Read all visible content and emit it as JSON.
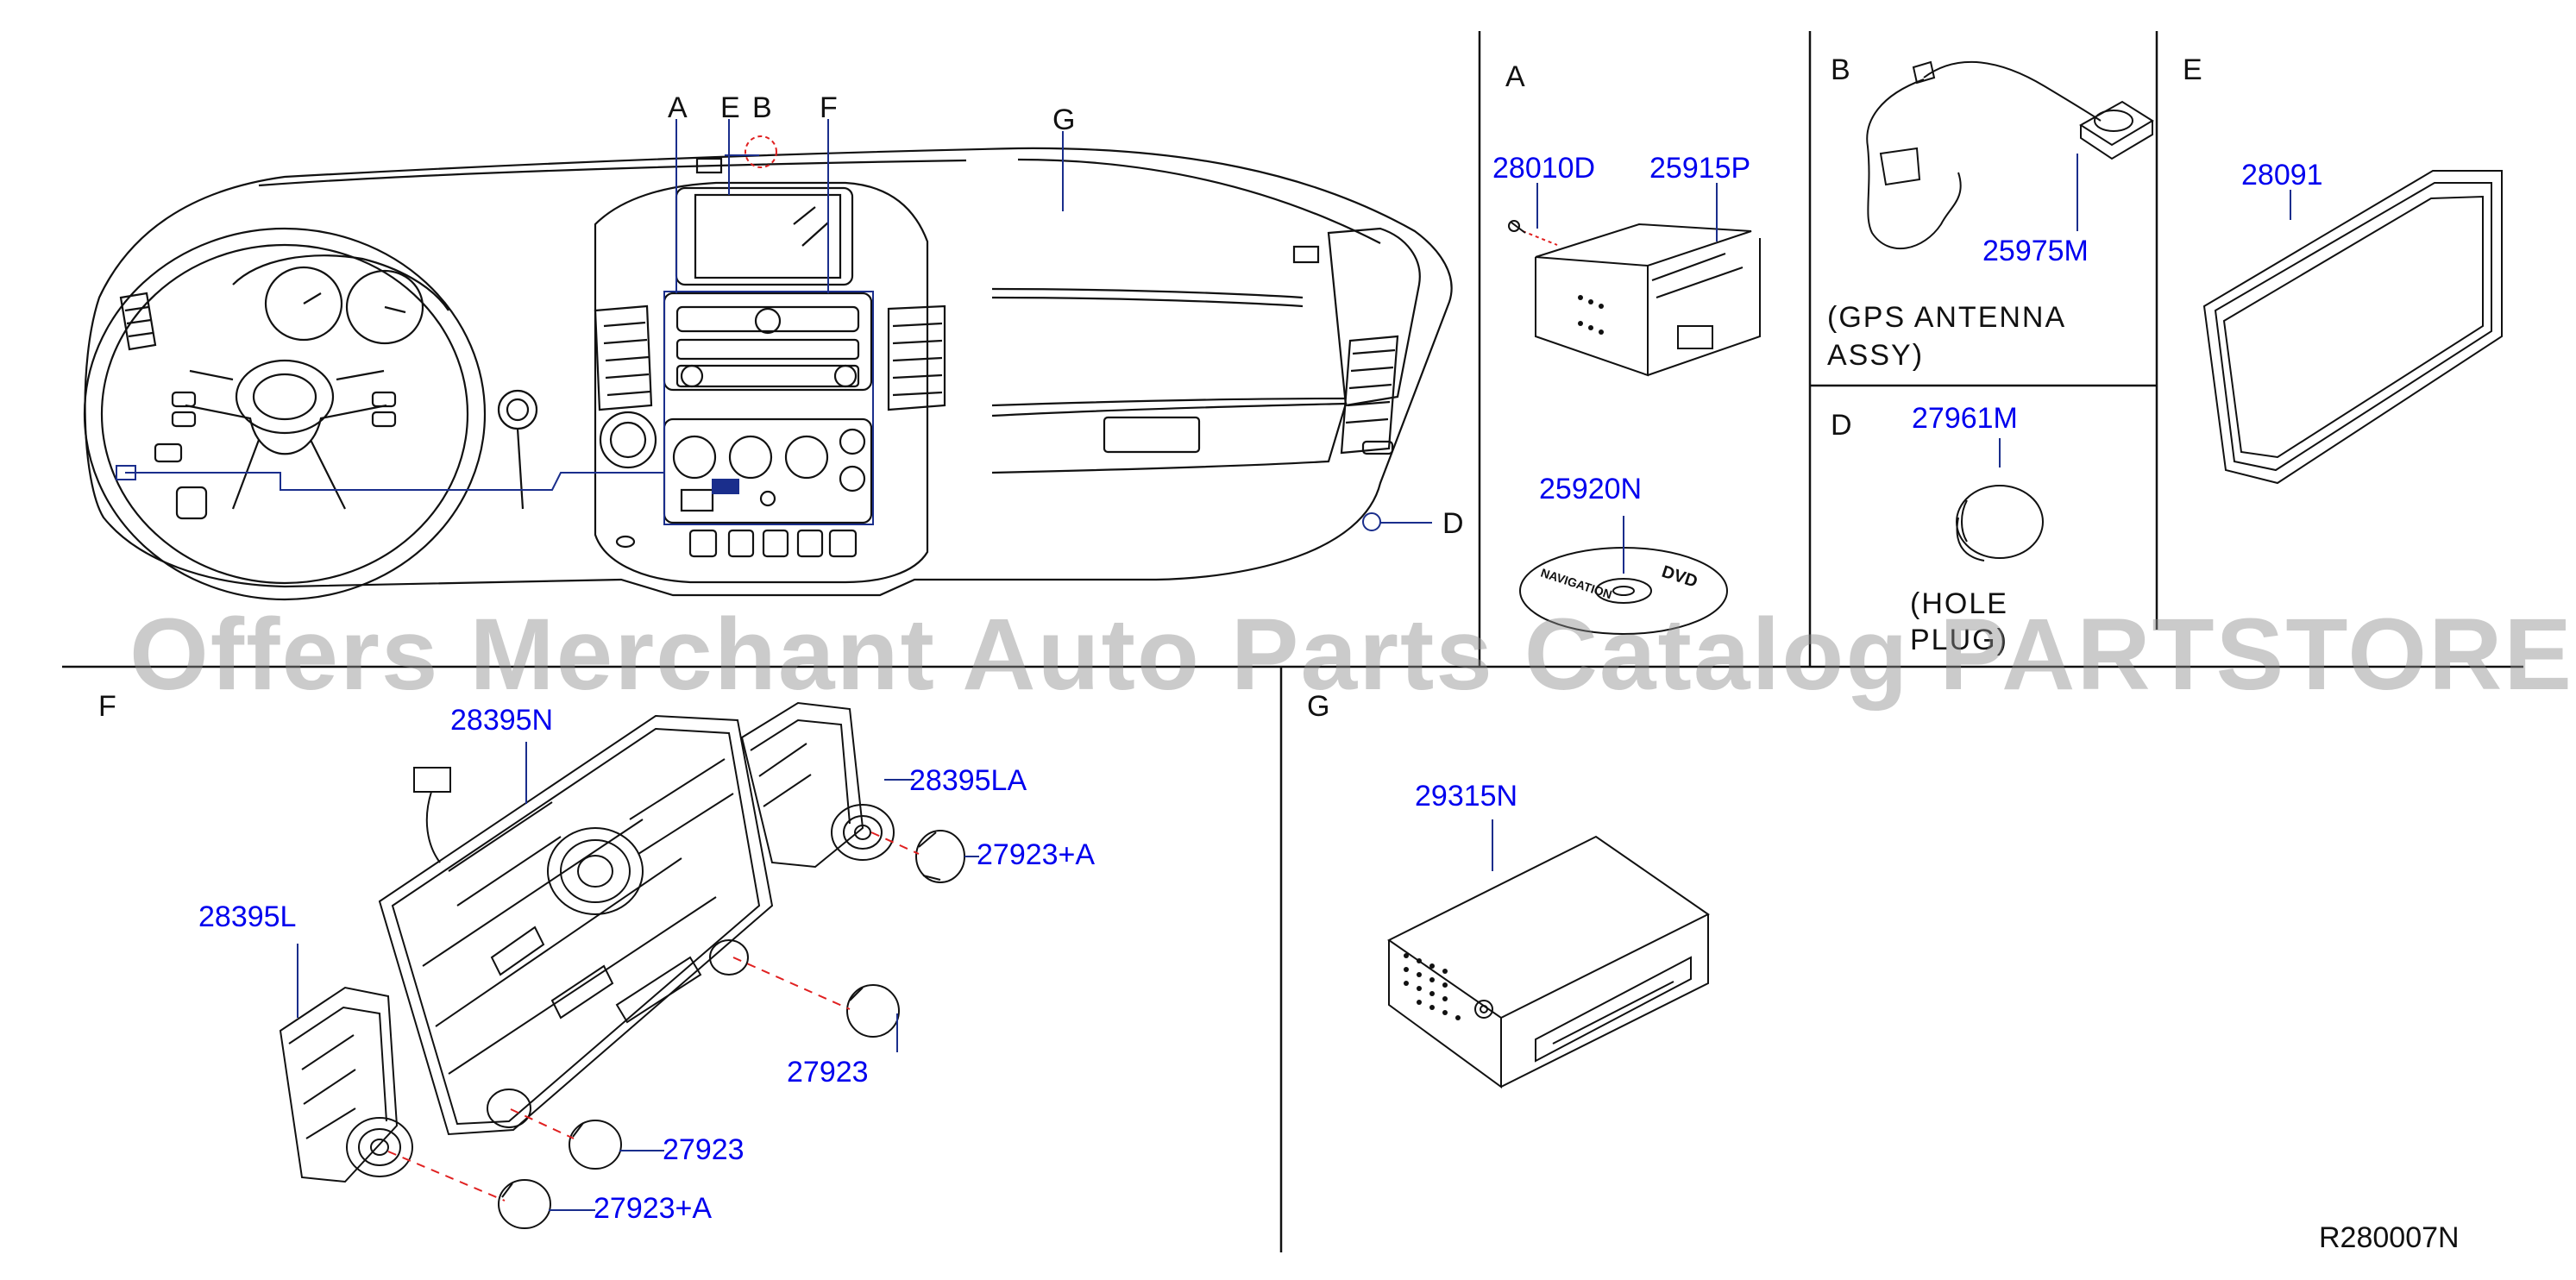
{
  "watermark": "Offers Merchant Auto Parts Catalog PARTSTORE.SA",
  "reference": "R280007N",
  "sections": {
    "A": "A",
    "B": "B",
    "D": "D",
    "E": "E",
    "F": "F",
    "G": "G"
  },
  "overview_callouts": {
    "A": "A",
    "E": "E",
    "B": "B",
    "F": "F",
    "G": "G",
    "D": "D"
  },
  "parts": {
    "p28010D": "28010D",
    "p25915P": "25915P",
    "p25920N": "25920N",
    "p25975M": "25975M",
    "p27961M": "27961M",
    "p28091": "28091",
    "p28395N": "28395N",
    "p28395LA": "28395LA",
    "p27923A_top": "27923+A",
    "p28395L": "28395L",
    "p27923_mid": "27923",
    "p27923_low": "27923",
    "p27923A_bottom": "27923+A",
    "p29315N": "29315N"
  },
  "notes": {
    "gps_line1": "(GPS  ANTENNA",
    "gps_line2": " ASSY)",
    "hole_line1": "(HOLE",
    "hole_line2": "PLUG)"
  },
  "colors": {
    "label": "#0000ee",
    "line": "#111111",
    "leader": "#1a2e8c",
    "dash": "#e02020"
  }
}
